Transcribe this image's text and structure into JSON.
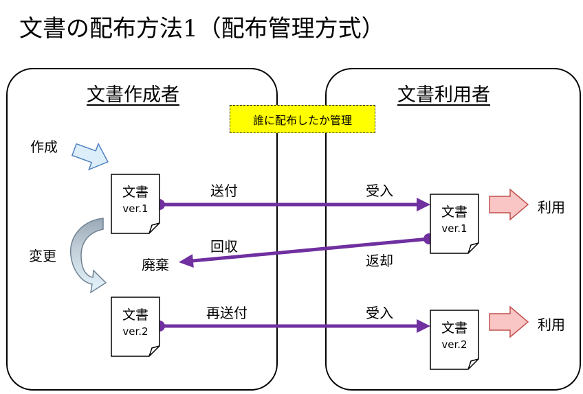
{
  "title": "文書の配布方法1（配布管理方式）",
  "creator_panel": {
    "title": "文書作成者"
  },
  "user_panel": {
    "title": "文書利用者"
  },
  "management_note": "誰に配布したか管理",
  "labels": {
    "create": "作成",
    "change": "変更",
    "discard": "廃棄",
    "send": "送付",
    "recover": "回収",
    "resend": "再送付",
    "receive_1": "受入",
    "return": "返却",
    "receive_2": "受入",
    "use_1": "利用",
    "use_2": "利用"
  },
  "documents": {
    "creator_v1": {
      "title": "文書",
      "version": "ver.1"
    },
    "creator_v2": {
      "title": "文書",
      "version": "ver.2"
    },
    "user_v1": {
      "title": "文書",
      "version": "ver.1"
    },
    "user_v2": {
      "title": "文書",
      "version": "ver.2"
    }
  },
  "colors": {
    "flow_arrow": "#7030a0",
    "note_fill": "#ffff00",
    "create_arrow_fill": "#dbeefa",
    "use_arrow_fill": "#f9c5c5",
    "change_arrow_top": "#a7b6c2"
  }
}
